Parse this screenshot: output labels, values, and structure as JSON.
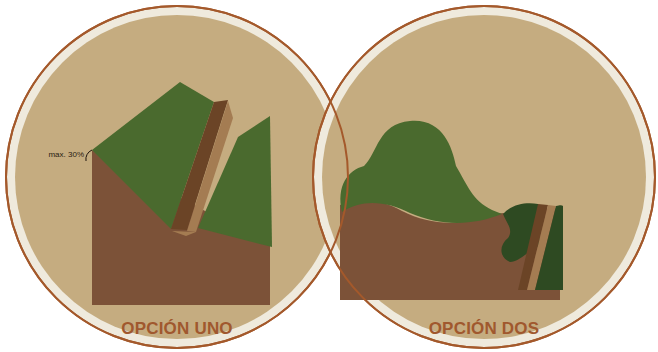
{
  "diagram": {
    "nodes": [
      {
        "text": [
          "OPCIÓN UNO"
        ]
      },
      {
        "text": [
          "OPCIÓN DOS"
        ]
      }
    ],
    "labels": [
      "max. 30%"
    ]
  }
}
